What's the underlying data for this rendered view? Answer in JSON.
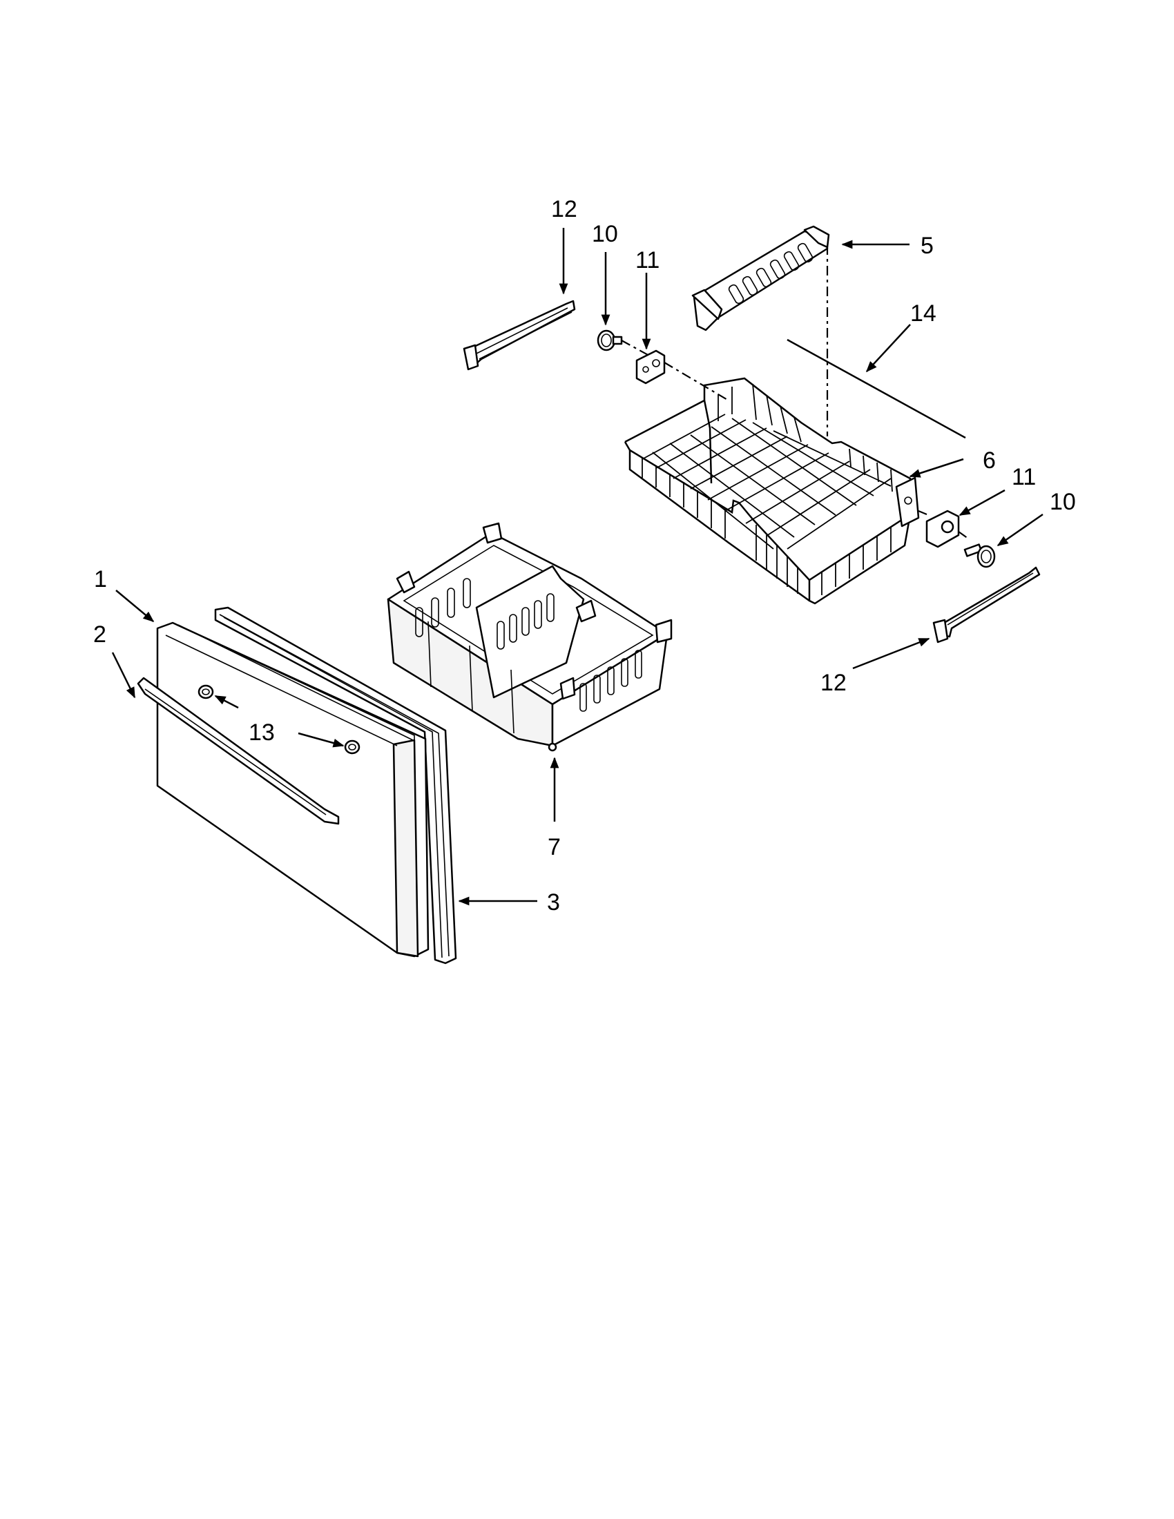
{
  "callouts": {
    "c1": "1",
    "c2": "2",
    "c3": "3",
    "c5": "5",
    "c6": "6",
    "c7": "7",
    "c10a": "10",
    "c10b": "10",
    "c11a": "11",
    "c11b": "11",
    "c12a": "12",
    "c12b": "12",
    "c13": "13",
    "c14": "14"
  }
}
